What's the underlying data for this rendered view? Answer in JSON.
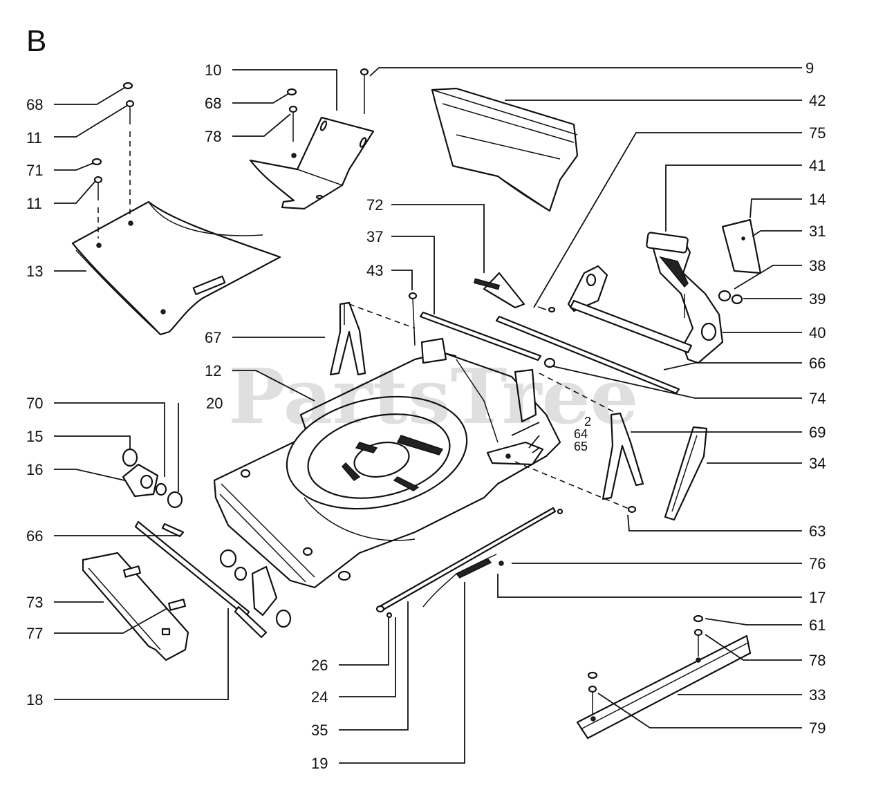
{
  "section_letter": "B",
  "watermark": "PartsTree",
  "callouts": {
    "c2": "2",
    "c9": "9",
    "c10": "10",
    "c11a": "11",
    "c11b": "11",
    "c12": "12",
    "c13": "13",
    "c14": "14",
    "c15": "15",
    "c16": "16",
    "c17": "17",
    "c18": "18",
    "c19": "19",
    "c20": "20",
    "c24": "24",
    "c26": "26",
    "c31": "31",
    "c33": "33",
    "c34": "34",
    "c35": "35",
    "c37": "37",
    "c38": "38",
    "c39": "39",
    "c40": "40",
    "c41": "41",
    "c42": "42",
    "c43": "43",
    "c61": "61",
    "c63": "63",
    "c64": "64",
    "c65": "65",
    "c66a": "66",
    "c66b": "66",
    "c67": "67",
    "c68a": "68",
    "c68b": "68",
    "c69": "69",
    "c70": "70",
    "c71": "71",
    "c72": "72",
    "c73": "73",
    "c74": "74",
    "c75": "75",
    "c76": "76",
    "c77": "77",
    "c78a": "78",
    "c78b": "78",
    "c79": "79"
  }
}
